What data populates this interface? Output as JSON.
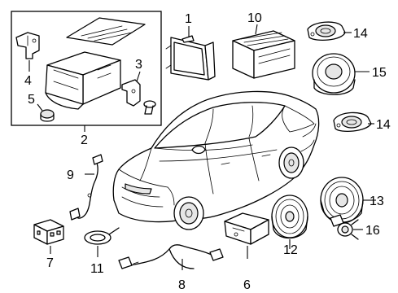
{
  "callouts": {
    "c1": "1",
    "c2": "2",
    "c3": "3",
    "c4": "4",
    "c5": "5",
    "c6": "6",
    "c7": "7",
    "c8": "8",
    "c9": "9",
    "c10": "10",
    "c11": "11",
    "c12": "12",
    "c13": "13",
    "c14a": "14",
    "c14b": "14",
    "c15": "15",
    "c16": "16"
  }
}
